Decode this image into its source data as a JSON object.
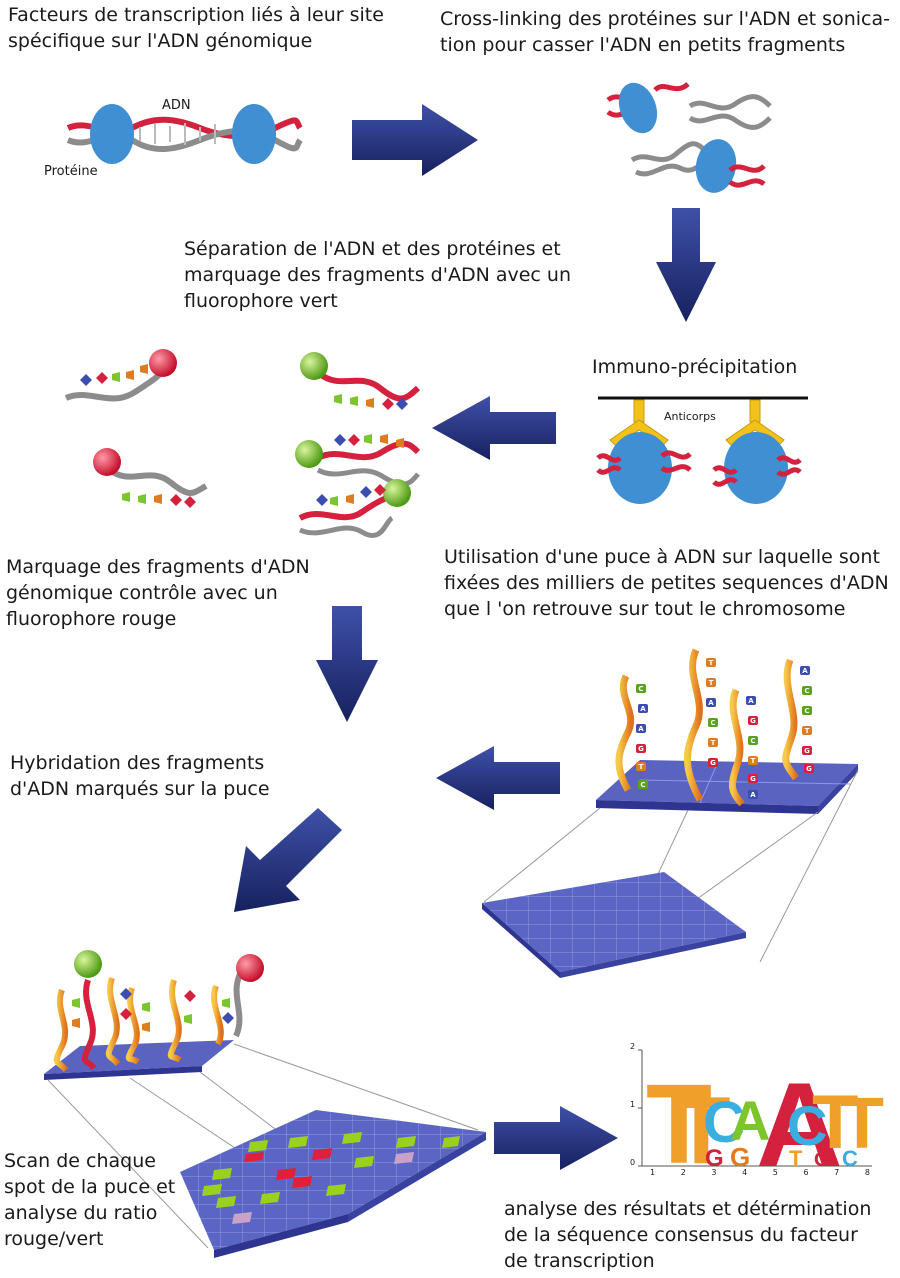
{
  "captions": {
    "step1": "Facteurs de transcription liés à leur site\nspécifique sur l'ADN génomique",
    "step2": "Cross-linking des protéines sur l'ADN et sonica-\ntion pour casser l'ADN en petits fragments",
    "step3": "Séparation de l'ADN et des protéines et\nmarquage des fragments d'ADN avec un\nfluorophore vert",
    "step4": "Immuno-précipitation",
    "step5": "Marquage des fragments d'ADN\ngénomique contrôle avec un\nfluorophore rouge",
    "step6": "Utilisation d'une puce à ADN sur laquelle sont\nfixées des milliers de petites sequences d'ADN\nque l 'on retrouve sur tout le chromosome",
    "step7": "Hybridation des fragments\nd'ADN marqués sur la puce",
    "step8": "Scan de chaque\nspot de la puce et\nanalyse du ratio\nrouge/vert",
    "step9": "analyse des résultats et  détérmination\nde la séquence consensus du facteur\nde transcription"
  },
  "labels": {
    "adn": "ADN",
    "proteine": "Protéine",
    "anticorps": "Anticorps"
  },
  "probe_letters": [
    "C",
    "A",
    "A",
    "G",
    "T",
    "C",
    "T",
    "T",
    "A",
    "C",
    "T",
    "G",
    "A",
    "G",
    "C",
    "T",
    "G",
    "A",
    "A",
    "C",
    "C",
    "T",
    "G",
    "G"
  ],
  "logo": {
    "y_ticks": [
      "0",
      "1",
      "2"
    ],
    "positions": [
      "1",
      "2",
      "3",
      "4",
      "5",
      "6",
      "7",
      "8"
    ]
  },
  "colors": {
    "arrow": "#1f2f7a",
    "protein": "#3f8fd2",
    "dna_red": "#d4213d",
    "dna_grey": "#8c8c8c",
    "green_dot": "#7cc52a",
    "red_dot": "#e0203a",
    "antibody": "#f2c21b",
    "chip": "#5a63c0",
    "strand": "#f0a02a"
  }
}
